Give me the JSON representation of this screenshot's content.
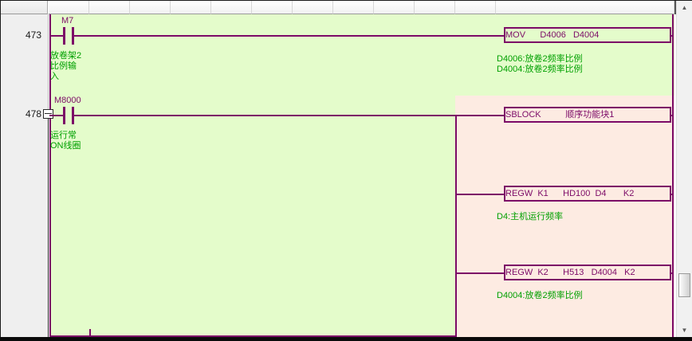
{
  "editor": {
    "kind": "plc-ladder-editor"
  },
  "colors": {
    "ladder_line": "#7c0a67",
    "comment_text": "#00a000",
    "rung_bg_green": "#e4fccb",
    "fb_section_bg_pink": "#fdebe2",
    "number_column_bg": "#efefef"
  },
  "rungs": [
    {
      "number": "473",
      "contact": {
        "label": "M7",
        "comment": "放卷架2\n比例输\n入"
      },
      "instruction": {
        "text": "MOV      D4006   D4004"
      },
      "comments": [
        "D4006:放卷2频率比例",
        "D4004:放卷2频率比例"
      ]
    },
    {
      "number": "478",
      "collapsible": true,
      "contact": {
        "label": "M8000",
        "comment": "运行常\nON线圈"
      },
      "blocks": [
        {
          "text": "SBLOCK          顺序功能块1",
          "comments": []
        },
        {
          "text": "REGW  K1      HD100  D4       K2",
          "comments": [
            "D4:主机运行频率"
          ]
        },
        {
          "text": "REGW  K2      H513   D4004   K2",
          "comments": [
            "D4004:放卷2频率比例"
          ]
        }
      ]
    }
  ],
  "scrollbar": {
    "up_glyph": "▲",
    "down_glyph": "▼"
  }
}
